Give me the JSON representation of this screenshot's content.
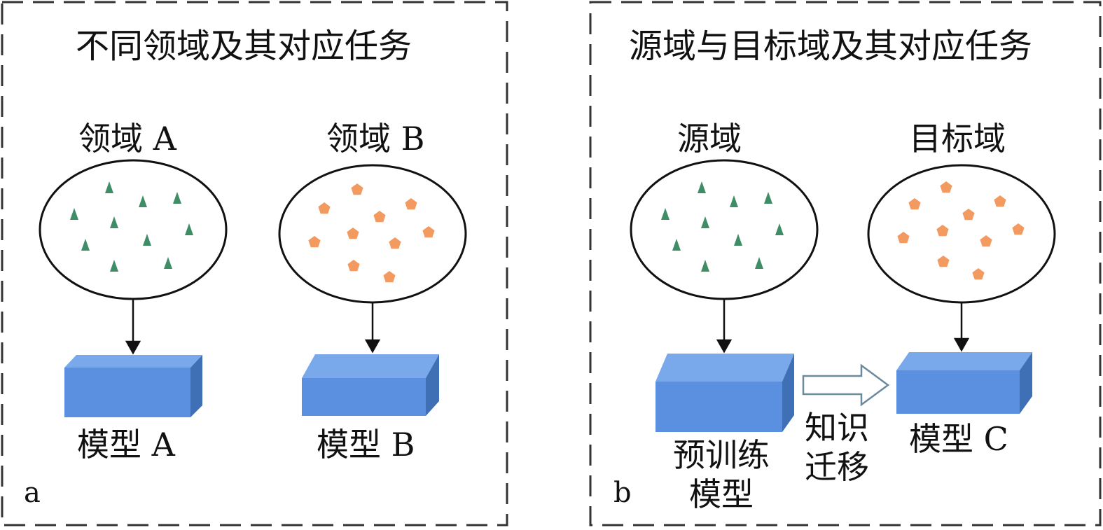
{
  "panel_a": {
    "title": "不同领域及其对应任务",
    "domain_left": "领域 A",
    "domain_right": "领域 B",
    "model_left": "模型 A",
    "model_right": "模型 B",
    "letter": "a"
  },
  "panel_b": {
    "title": "源域与目标域及其对应任务",
    "domain_left": "源域",
    "domain_right": "目标域",
    "model_left_line1": "预训练",
    "model_left_line2": "模型",
    "transfer_line1": "知识",
    "transfer_line2": "迁移",
    "model_right": "模型 C",
    "letter": "b"
  },
  "colors": {
    "triangle": "#3e8d67",
    "pentagon": "#f29a60",
    "box_front": "#5b8fdf",
    "box_top": "#79a9ea",
    "box_side": "#3f6fb5",
    "border": "#333333"
  }
}
